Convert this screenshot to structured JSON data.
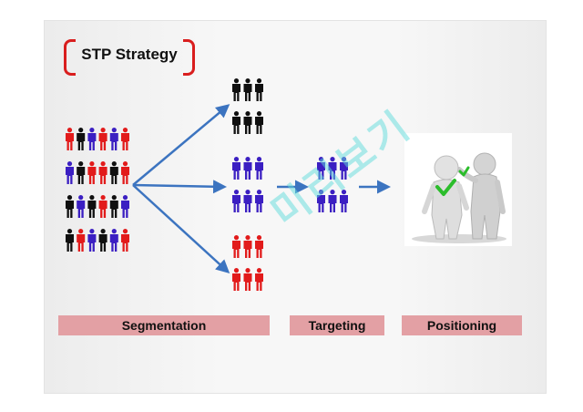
{
  "slide": {
    "title": "STP Strategy",
    "stages": [
      "Segmentation",
      "Targeting",
      "Positioning"
    ],
    "watermark": "미리보기"
  },
  "colors": {
    "red": "#e21b1b",
    "blue": "#3b1fc2",
    "black": "#101010",
    "arrow": "#3c74c0",
    "bracket": "#d91e1e",
    "label_bar": "#e3a0a4",
    "check": "#2bbd2b"
  },
  "crowd_grid": [
    [
      "red",
      "black",
      "blue",
      "red",
      "blue",
      "red"
    ],
    [
      "blue",
      "black",
      "red",
      "red",
      "black",
      "red"
    ],
    [
      "black",
      "blue",
      "black",
      "red",
      "black",
      "blue"
    ],
    [
      "black",
      "red",
      "blue",
      "black",
      "blue",
      "red"
    ]
  ],
  "segments": [
    "black",
    "blue",
    "red"
  ],
  "target_segment": "blue",
  "positioning_icon": "two-figures-with-checkmark-icon"
}
